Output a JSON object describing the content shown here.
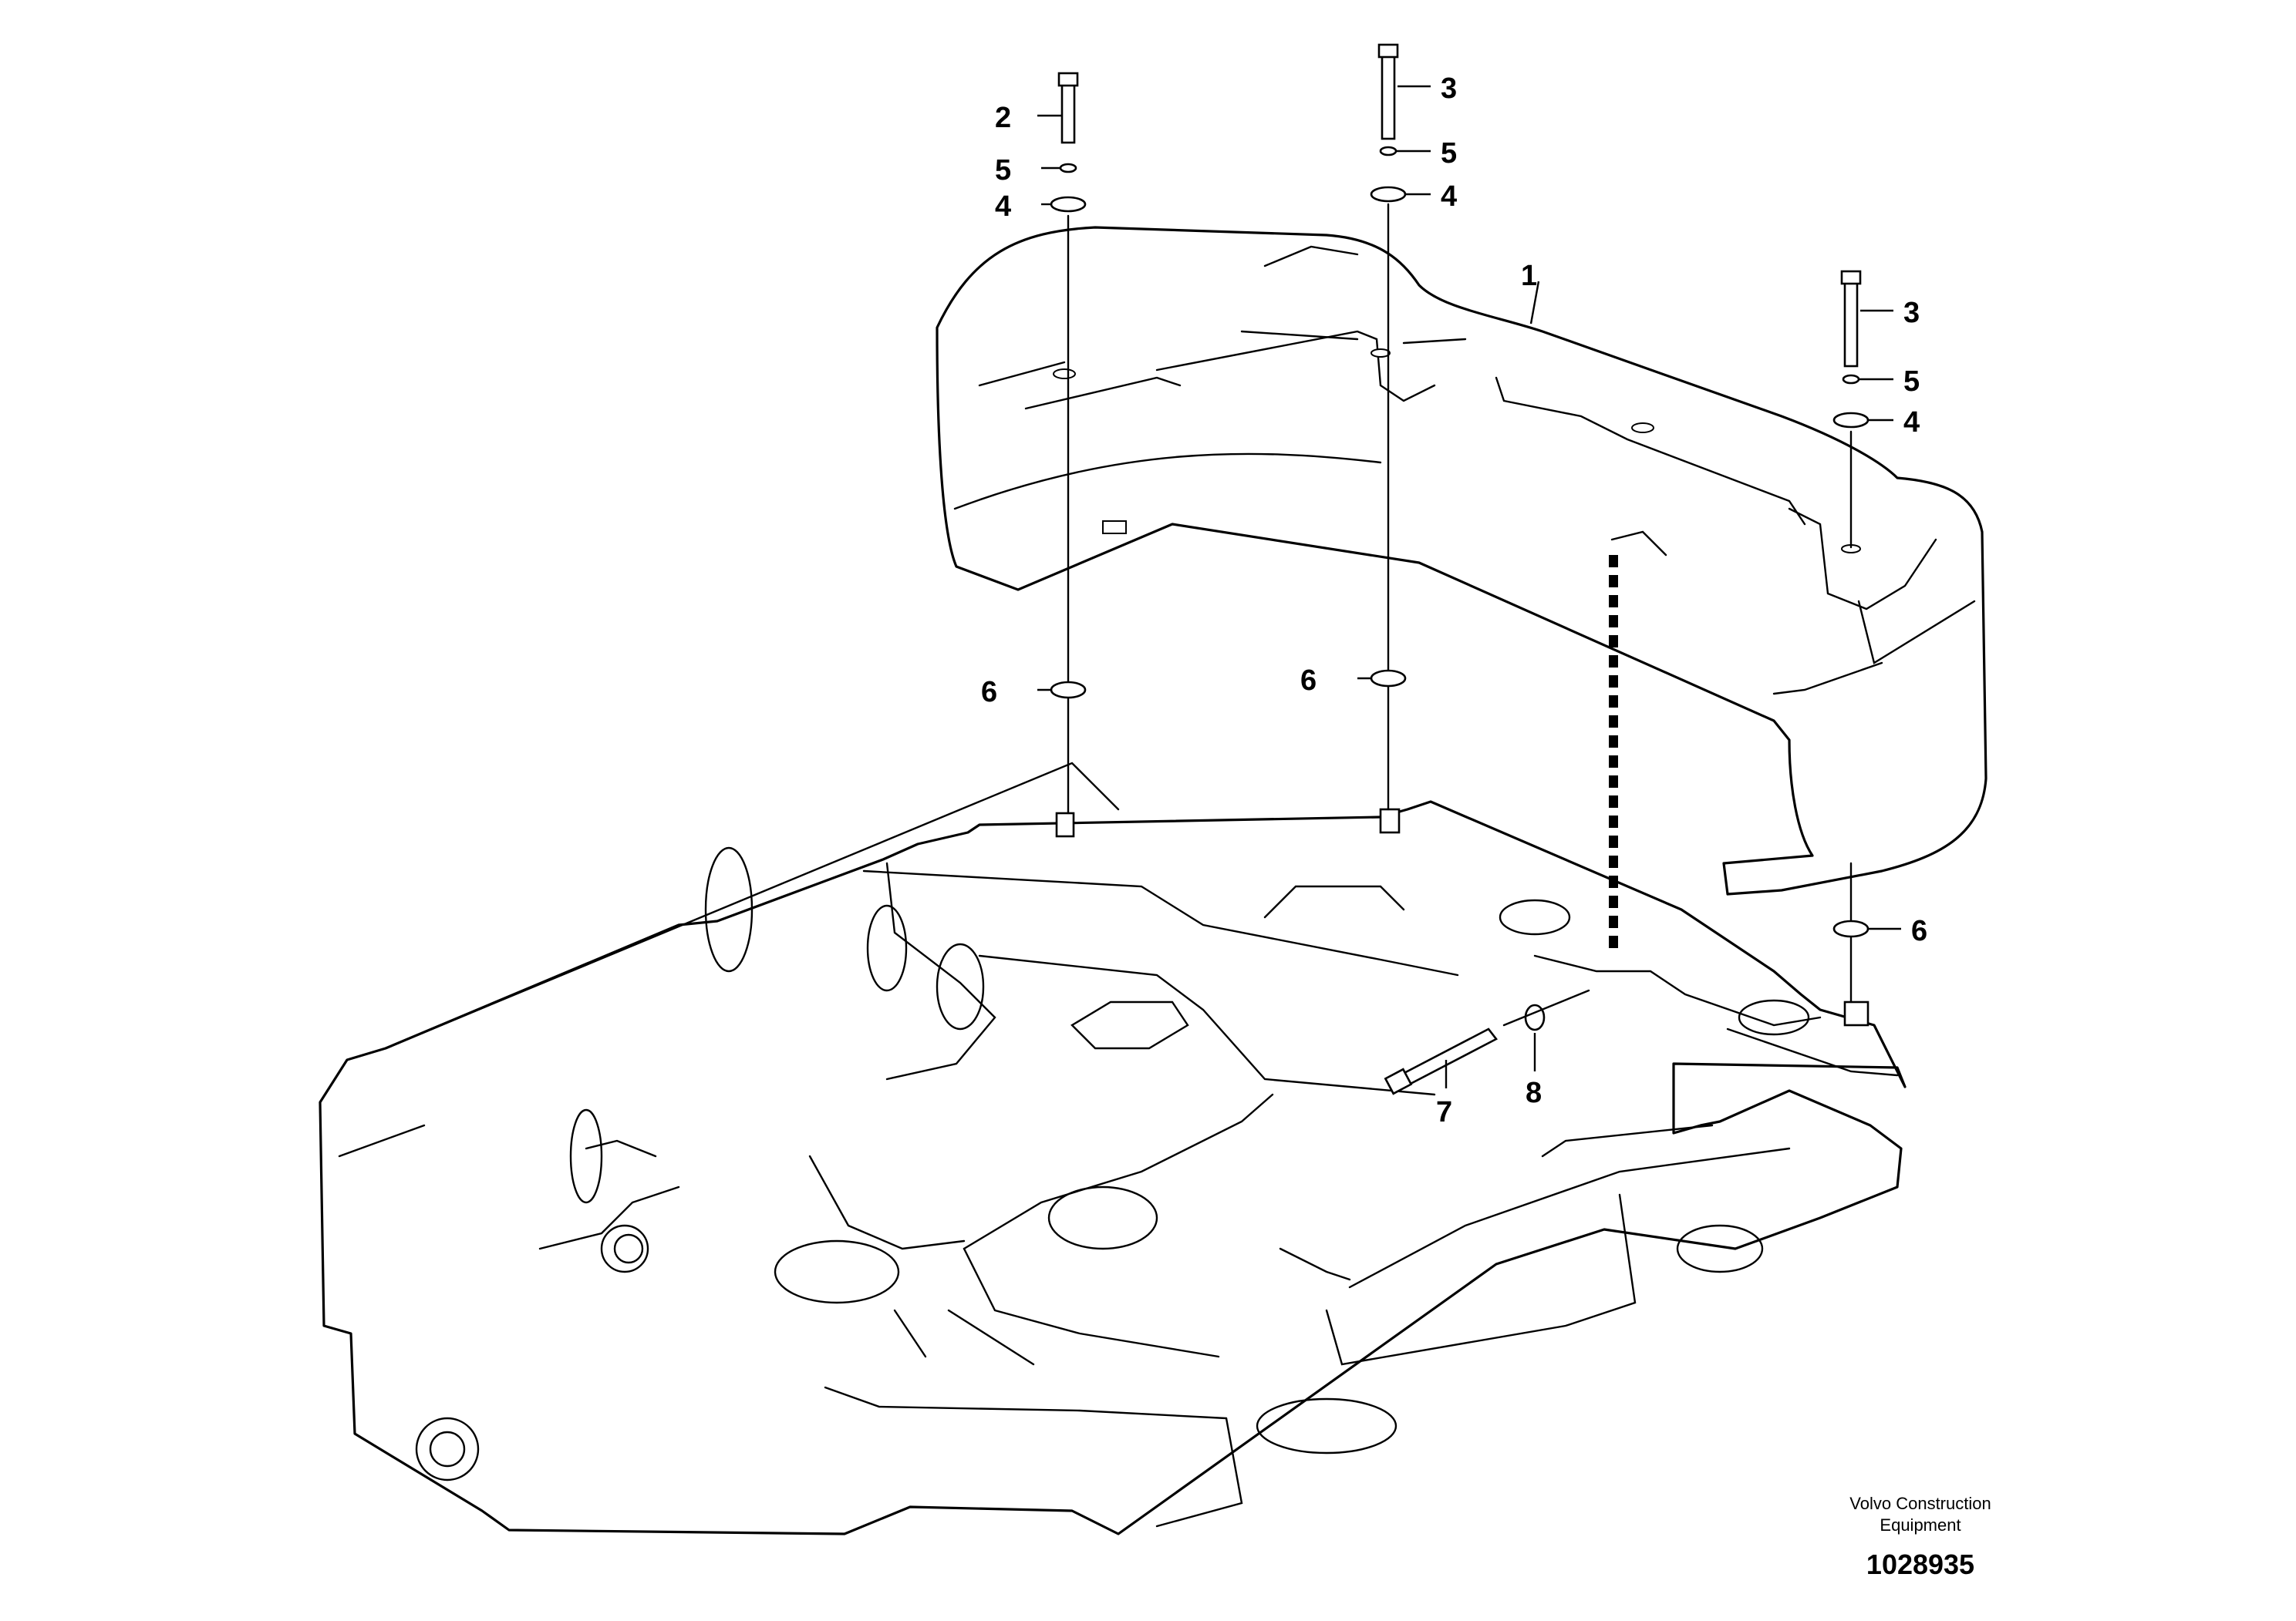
{
  "diagram": {
    "callouts": [
      {
        "id": "c1",
        "label": "1"
      },
      {
        "id": "c2",
        "label": "2"
      },
      {
        "id": "c3a",
        "label": "3"
      },
      {
        "id": "c3b",
        "label": "3"
      },
      {
        "id": "c4a",
        "label": "4"
      },
      {
        "id": "c4b",
        "label": "4"
      },
      {
        "id": "c4c",
        "label": "4"
      },
      {
        "id": "c5a",
        "label": "5"
      },
      {
        "id": "c5b",
        "label": "5"
      },
      {
        "id": "c5c",
        "label": "5"
      },
      {
        "id": "c6a",
        "label": "6"
      },
      {
        "id": "c6b",
        "label": "6"
      },
      {
        "id": "c6c",
        "label": "6"
      },
      {
        "id": "c7",
        "label": "7"
      },
      {
        "id": "c8",
        "label": "8"
      }
    ]
  },
  "footer": {
    "brand_line1": "Volvo Construction",
    "brand_line2": "Equipment",
    "drawing_number": "1028935"
  }
}
